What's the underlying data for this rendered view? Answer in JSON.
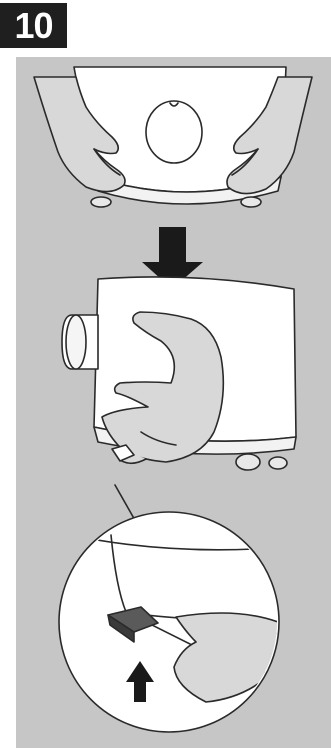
{
  "step": {
    "number": "10"
  },
  "colors": {
    "panel": "#c6c6c6",
    "badge": "#1f1f1f",
    "line": "#2a2a2a",
    "device": "#ffffff",
    "hand": "#d8d8d8",
    "arrow": "#1a1a1a"
  },
  "illustrations": [
    {
      "id": "lift-device",
      "icon": "hands-holding-device-icon"
    },
    {
      "id": "down-arrow",
      "icon": "arrow-down-icon"
    },
    {
      "id": "turn-over-device",
      "icon": "hand-on-device-side-icon"
    },
    {
      "id": "detail-zoom",
      "icon": "magnifier-circle-icon"
    },
    {
      "id": "up-arrow",
      "icon": "arrow-up-icon"
    }
  ]
}
